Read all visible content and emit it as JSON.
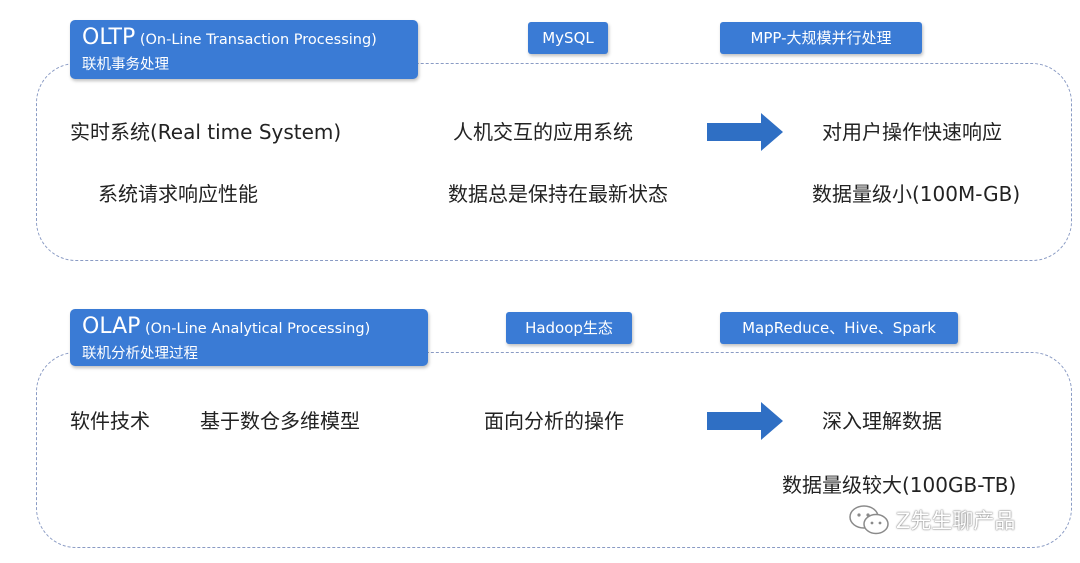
{
  "oltp": {
    "title_abbr": "OLTP",
    "title_full": " (On-Line Transaction Processing)",
    "title_cn": "联机事务处理",
    "tags": [
      "MySQL",
      "MPP-大规模并行处理"
    ],
    "row1": [
      "实时系统(Real time System)",
      "人机交互的应用系统",
      "对用户操作快速响应"
    ],
    "row2": [
      "系统请求响应性能",
      "数据总是保持在最新状态",
      "数据量级小(100M-GB)"
    ]
  },
  "olap": {
    "title_abbr": "OLAP",
    "title_full": " (On-Line Analytical Processing)",
    "title_cn": "联机分析处理过程",
    "tags": [
      "Hadoop生态",
      "MapReduce、Hive、Spark"
    ],
    "row1": [
      "软件技术",
      "基于数仓多维模型",
      "面向分析的操作",
      "深入理解数据"
    ],
    "row2": [
      "数据量级较大(100GB-TB)"
    ]
  },
  "watermark": {
    "text": "Z先生聊产品",
    "icon": "wechat-icon"
  },
  "colors": {
    "accent": "#3a7bd5",
    "border": "#8a9bc4",
    "text": "#222222"
  }
}
